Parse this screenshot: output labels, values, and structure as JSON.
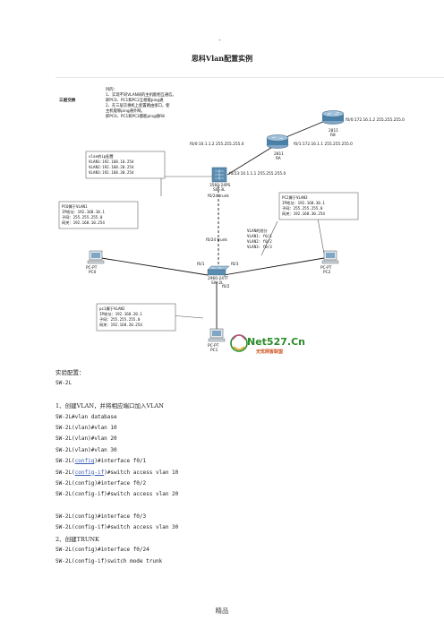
{
  "header_mark": "-",
  "title": "思科Vlan配置实例",
  "diagram": {
    "left_label": "三层交换",
    "goal_lines": [
      "目的：",
      "1、实现不同VLAN间的主机能相互通信。",
      "   即PC0、PC1和PC2互相能ping通",
      "2、在三层交换机上配置路由接口，使",
      "   主机能够ping通外网。",
      "   即PC0、PC1和PC2都能ping通R8"
    ],
    "vlan_ip_box": [
      "vlan的ip配置",
      "VLAN1:192.168.10.254",
      "VLAN2:192.168.20.254",
      "VLAN3:192.168.30.254"
    ],
    "pc0_box": [
      "PC0属于VLAN1",
      "IP地址：192.168.10.1",
      "子网：255.255.255.0",
      "网关：192.168.10.254"
    ],
    "pc2_box": [
      "PC2属于VLAN3",
      "IP地址：192.168.30.1",
      "子网：255.255.255.0",
      "网关：192.168.30.254"
    ],
    "pc1_box": [
      "pc1属于VLAN2",
      "IP地址：192.168.20.1",
      "子网：255.255.255.0",
      "网关：192.168.20.254"
    ],
    "vlan_split_box": [
      "VLAN的划分",
      "VLAN1: f0/1",
      "VLAN2: f0/2",
      "VLAN3: f0/3"
    ],
    "labels": {
      "r8_name": "2811",
      "r8_sub": "R8",
      "r8_ip": "f0/0:172.16.1.2 255.255.255.0",
      "ra_name": "2811",
      "ra_sub": "RA",
      "ra_left_ip": "f0/0:10.1.1.2 255.255.255.0",
      "ra_right_ip": "f0/1:172.16.1.1 255.255.255.0",
      "sw3l_ip": "f0/23:10.1.1.1 255.255.255.0",
      "sw3l_name": "3560-24PS",
      "sw3l_sub": "SW-3L",
      "trunk_top": "f0/24  trunk",
      "trunk_bottom": "f0/24  trunk",
      "sw2l_f01": "f0/1",
      "sw2l_f03": "f0/3",
      "sw2l_f02": "f0/2",
      "sw2l_name": "2960-24TT",
      "sw2l_sub": "SW-2L",
      "pc0_type": "PC-PT",
      "pc0_name": "PC0",
      "pc1_type": "PC-PT",
      "pc1_name": "PC1",
      "pc2_type": "PC-PT",
      "pc2_name": "PC2"
    },
    "watermark": {
      "brand": "Net527.Cn",
      "sub": "无忧网客联盟"
    }
  },
  "colors": {
    "cable": "#1a1a1a",
    "trunk": "#1a1a1a",
    "arrow": "#555555",
    "router": "#4a7fa6",
    "switch": "#5a8db0",
    "link": "#3a5bb5"
  },
  "body": {
    "l01": "实验配置：",
    "l02": "SW-2L",
    "l03": "",
    "l04": "1、创建VLAN，并将相应端口加入VLAN",
    "l05": "SW-2L#vlan database",
    "l06": "SW-2L(vlan)#vlan 10",
    "l07": "SW-2L(vlan)#vlan 20",
    "l08": "SW-2L(vlan)#vlan 30",
    "l09a": "SW-2L(",
    "l09b": "config",
    "l09c": ")#interface f0/1",
    "l10a": "SW-2L(",
    "l10b": "config-if",
    "l10c": ")#switch access vlan 10",
    "l11": "SW-2L(config)#interface f0/2",
    "l12": "SW-2L(config-if)#switch access vlan 20",
    "l13": "",
    "l14": "SW-2L(config)#interface f0/3",
    "l15": "SW-2L(config-if)#switch access vlan 30",
    "l16": "2、创建TRUNK",
    "l17": "SW-2L(config)#interface f0/24",
    "l18": "SW-2L(config-if)switch mode trunk"
  },
  "footer": "精品"
}
